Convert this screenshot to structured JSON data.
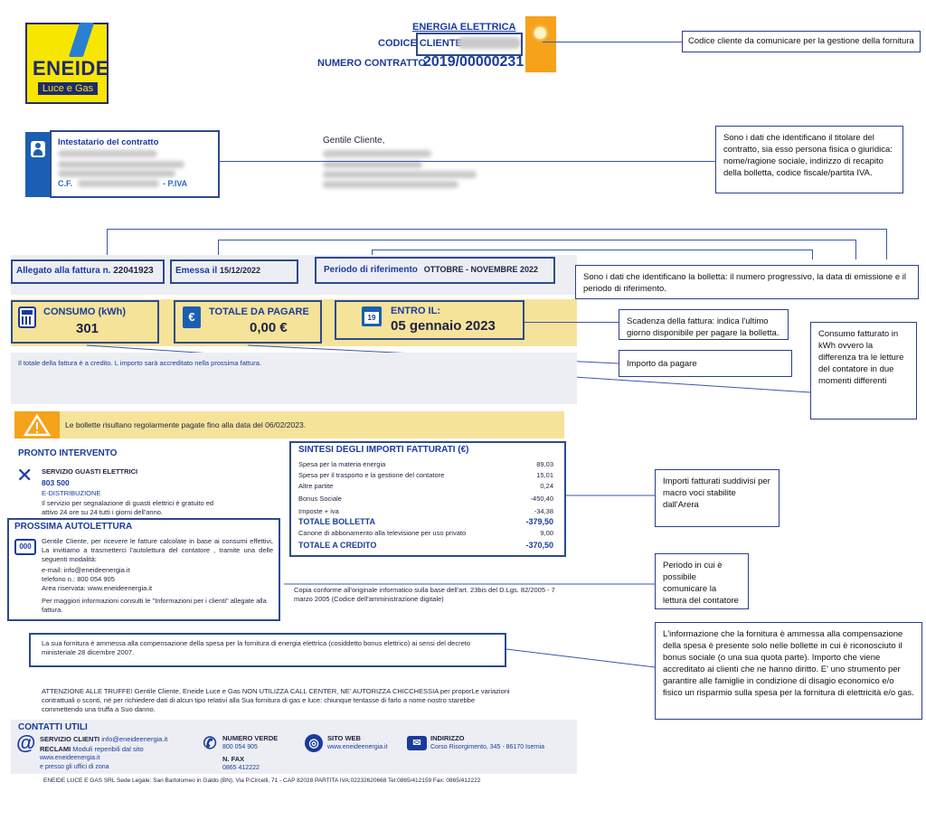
{
  "logo": {
    "brand": "ENEIDE",
    "tagline": "Luce e Gas"
  },
  "header": {
    "supply_type": "ENERGIA ELETTRICA",
    "client_code_label": "CODICE CLIENTE",
    "contract_label": "NUMERO CONTRATTO",
    "contract_number": "2019/00000231"
  },
  "holder": {
    "title": "Intestatario del contratto",
    "cf_label": "C.F.",
    "piva_label": "- P.IVA",
    "greeting": "Gentile Cliente,"
  },
  "invoice": {
    "attachment_label": "Allegato alla fattura n.",
    "attachment_number": "22041923",
    "issued_label": "Emessa il",
    "issued_date": "15/12/2022",
    "period_label": "Periodo di riferimento",
    "period_value": "OTTOBRE - NOVEMBRE 2022"
  },
  "summary": {
    "consumption_label": "CONSUMO (kWh)",
    "consumption_value": "301",
    "total_label": "TOTALE DA PAGARE",
    "total_value": "0,00 €",
    "due_label": "ENTRO IL:",
    "due_value": "05 gennaio 2023",
    "calendar_day": "19"
  },
  "credit_note": "Il totale della fattura è a credito. L importo sarà accreditato nella prossima fattura.",
  "warning_text": "Le bollette risultano regolarmente pagate fino alla data del 06/02/2023.",
  "pronto": {
    "title": "PRONTO INTERVENTO",
    "service": "SERVIZIO GUASTI ELETTRICI",
    "number": "803 500",
    "distributor": "E-DISTRIBUZIONE",
    "text1": "Il servizio per segnalazione di guasti elettrici è gratuito ed",
    "text2": "attivo 24 ore su 24 tutti i giorni dell'anno."
  },
  "autolettura": {
    "title": "PROSSIMA AUTOLETTURA",
    "icon_text": "000",
    "p1": "Gentile Cliente, per ricevere le fatture calcolate in base ai consumi effettivi, La invitiamo a trasmetterci l'autolettura del contatore , tramite una delle seguenti modalità:",
    "email": "e-mail: info@eneideenergia.it",
    "phone": "telefono n.: 800 054 905",
    "area": "Area riservata: www.eneideenergia.it",
    "p2": "Per maggiori informazioni consulti le \"Informazioni per i clienti\" allegate alla fattura."
  },
  "sintesi": {
    "title": "SINTESI DEGLI IMPORTI FATTURATI (€)",
    "rows": [
      {
        "label": "Spesa per la materia energia",
        "value": "89,03",
        "total": false
      },
      {
        "label": "Spesa per il trasporto e la gestione del contatore",
        "value": "15,01",
        "total": false
      },
      {
        "label": "Altre partite",
        "value": "0,24",
        "total": false
      },
      {
        "label": "Bonus Sociale",
        "value": "-450,40",
        "total": false
      },
      {
        "label": "Imposte + iva",
        "value": "-34,38",
        "total": false
      },
      {
        "label": "TOTALE BOLLETTA",
        "value": "-379,50",
        "total": true
      },
      {
        "label": "Canone di abbonamento alla televisione per uso privato",
        "value": "9,00",
        "total": false
      },
      {
        "label": "TOTALE A CREDITO",
        "value": "-370,50",
        "total": true
      }
    ]
  },
  "copia_conforme": "Copia conforme all'originale informatico sulla base dell'art. 23bis del D.Lgs. 82/2005 - 7 marzo 2005 (Codice dell'amministrazione digitale)",
  "bonus_note": "La sua fornitura è ammessa alla compensazione della spesa per la fornitura di energia elettrica (cosiddetto bonus elettrico) ai sensi del decreto ministeriale 28 dicembre 2007.",
  "truffe": "ATTENZIONE ALLE TRUFFE! Gentile Cliente, Eneide Luce e Gas NON UTILIZZA CALL CENTER, NE' AUTORIZZA CHICCHESSIA per proporLe variazioni contrattuali o sconti, né per richiedere dati di alcun tipo relativi alla Sua fornitura di gas e luce: chiunque tentasse di farlo a nome nostro starebbe commettendo una truffa a Suo danno.",
  "contatti": {
    "title": "CONTATTI UTILI",
    "servizio_label": "SERVIZIO CLIENTI",
    "servizio_email": "info@eneideenergia.it",
    "reclami_label": "RECLAMI",
    "reclami_text": "Moduli reperibili dal sito",
    "site": "www.eneideenergia.it",
    "uffici": "e presso gli uffici di zona",
    "numero_verde_label": "NUMERO VERDE",
    "numero_verde": "800 054 905",
    "fax_label": "N. FAX",
    "fax": "0865 412222",
    "sito_label": "SITO WEB",
    "sito": "www.eneideenergia.it",
    "indirizzo_label": "INDIRIZZO",
    "indirizzo": "Corso Risorgimento, 345 - 86170 Isernia"
  },
  "footer": "ENEIDE LUCE E GAS SRL  Sede Legale: San Bartolomeo in Galdo (BN), Via P.Circelli, 71 - CAP 82028 PARTITA IVA:02232620668 Tel:0865/412159 Fax: 0865/412222",
  "annotations": {
    "a1": "Codice cliente da comunicare per la gestione della fornitura",
    "a2": "Sono i dati che identificano il titolare del contratto, sia esso persona fisica o giuridica: nome/ragione sociale, indirizzo di recapito della bolletta, codice fiscale/partita IVA.",
    "a3": "Sono i dati che identificano la bolletta: il numero progressivo, la data di emissione e il periodo di riferimento.",
    "a4": "Scadenza della fattura: indica l'ultimo giorno disponibile per pagare la bolletta.",
    "a5": "Consumo fatturato in kWh ovvero la differenza tra le letture del contatore in due momenti differenti",
    "a6": "Importo da pagare",
    "a7": "Importi fatturati suddivisi per macro voci stabilite dall'Arera",
    "a8": "Periodo in cui è possibile comunicare la lettura del contatore",
    "a9": "L'informazione che la fornitura è ammessa alla compensazione della spesa è presente solo nelle bollette in cui è riconosciuto il bonus sociale (o una sua quota parte). Importo che viene accreditato ai clienti che ne hanno diritto. E' uno strumento per garantire alle famiglie in condizione di disagio economico e/o fisico un risparmio sulla spesa per la fornitura di elettricità e/o gas."
  },
  "colors": {
    "brand_yellow": "#f7e600",
    "accent_orange": "#f7a21b",
    "navy": "#1a3b9c",
    "band_yellow": "#f5e39a"
  }
}
